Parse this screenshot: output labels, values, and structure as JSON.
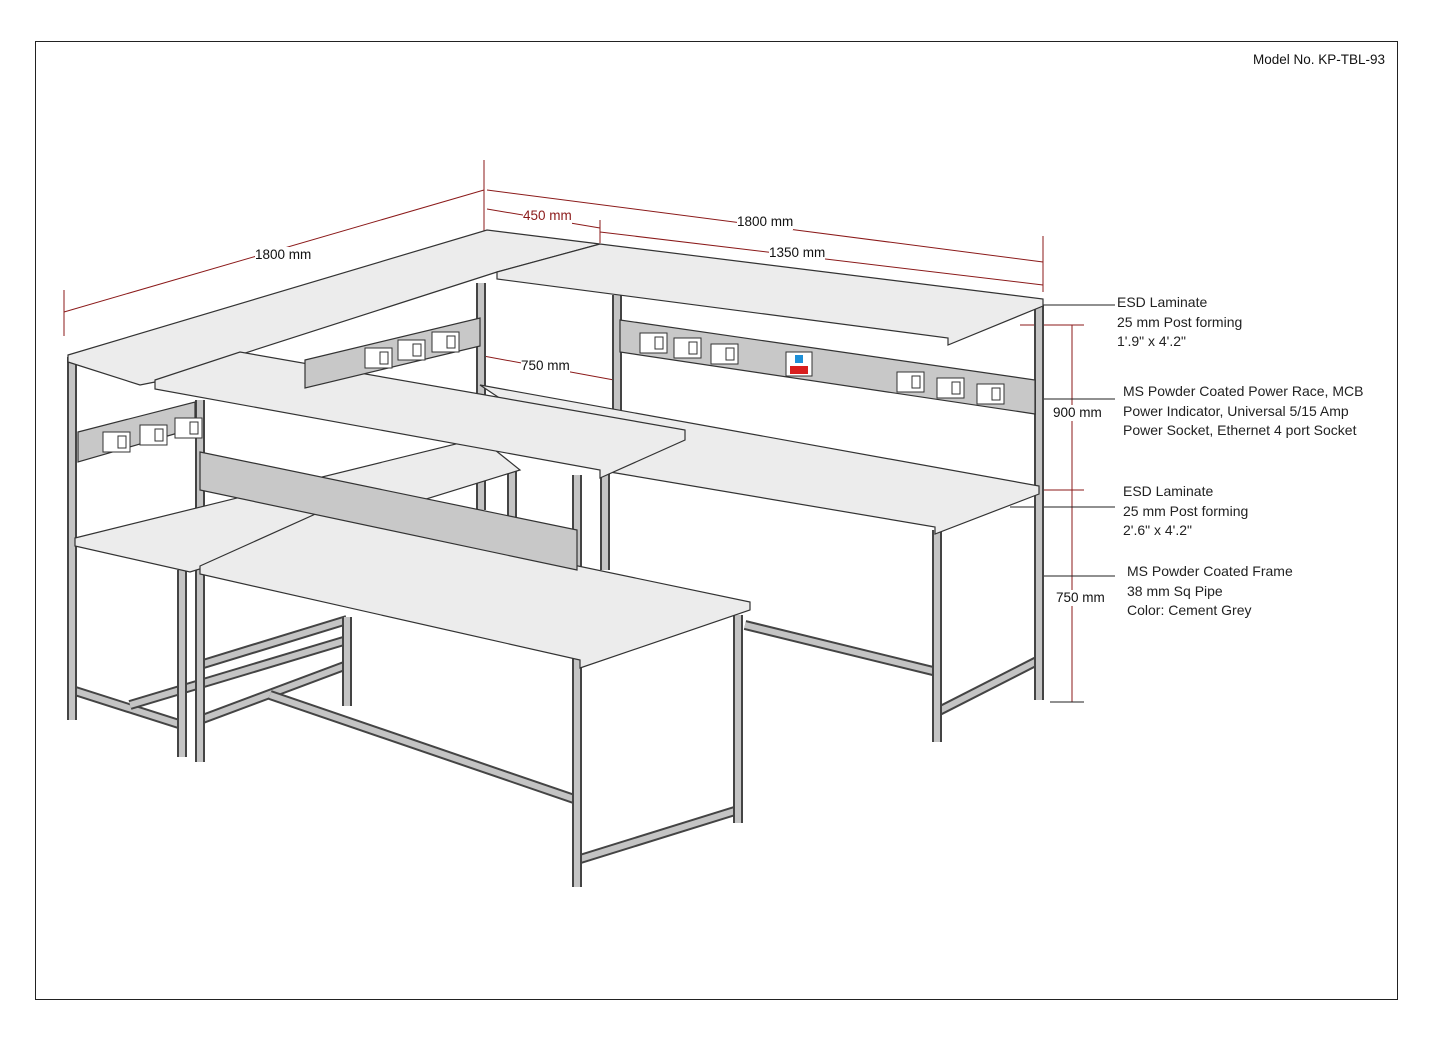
{
  "model_no": "Model No. KP-TBL-93",
  "dimensions": {
    "left_length": "1800 mm",
    "return_depth": "450 mm",
    "top_length": "1800 mm",
    "shelf_length": "1350 mm",
    "desk_depth": "750 mm",
    "shelf_height": "900 mm",
    "desk_height": "750 mm"
  },
  "annotations": [
    {
      "lines": [
        "ESD Laminate",
        "25 mm Post forming",
        "1'.9\" x 4'.2\""
      ]
    },
    {
      "lines": [
        "MS Powder Coated Power Race,  MCB",
        "Power Indicator, Universal 5/15 Amp",
        "Power Socket, Ethernet 4 port Socket"
      ]
    },
    {
      "lines": [
        "ESD Laminate",
        "25 mm Post forming",
        "2'.6\" x 4'.2\""
      ]
    },
    {
      "lines": [
        "MS Powder Coated Frame",
        "38 mm Sq Pipe",
        "Color: Cement Grey"
      ]
    }
  ],
  "colors": {
    "frame": "#c4c4c4",
    "top": "#ececec",
    "dimension": "#8b1a1a",
    "mcb_blue": "#1e90d8",
    "mcb_red": "#d81e1e"
  }
}
